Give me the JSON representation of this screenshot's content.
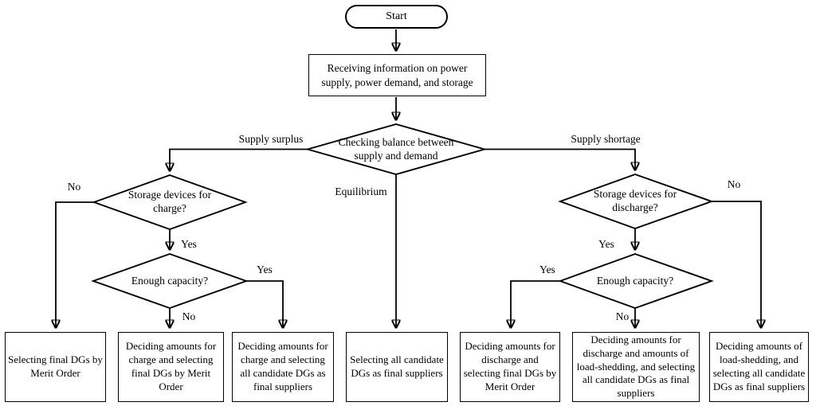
{
  "diagram": {
    "type": "flowchart",
    "background_color": "#ffffff",
    "line_color": "#000000",
    "text_color": "#000000",
    "nodes": {
      "start": "Start",
      "receive_info": "Receiving information on power supply, power demand, and storage",
      "check_balance": "Checking balance between supply and demand",
      "storage_charge": "Storage devices for charge?",
      "enough_capacity_left": "Enough capacity?",
      "storage_discharge": "Storage devices for discharge?",
      "enough_capacity_right": "Enough capacity?",
      "outcome_merit_order": "Selecting final DGs by Merit Order",
      "outcome_charge_merit": "Deciding amounts for charge and selecting final DGs by Merit Order",
      "outcome_charge_all": "Deciding amounts for charge and selecting all candidate DGs as final suppliers",
      "outcome_all_candidates": "Selecting all candidate DGs as final suppliers",
      "outcome_discharge_merit": "Deciding amounts for discharge and selecting final DGs by Merit Order",
      "outcome_discharge_shed": "Deciding amounts for discharge and amounts of load-shedding, and selecting all candidate DGs as final suppliers",
      "outcome_load_shedding": "Deciding amounts of load-shedding, and selecting  all candidate DGs as final suppliers"
    },
    "edge_labels": {
      "supply_surplus": "Supply surplus",
      "supply_shortage": "Supply shortage",
      "equilibrium": "Equilibrium",
      "charge_no": "No",
      "charge_yes": "Yes",
      "capacity_left_yes": "Yes",
      "capacity_left_no": "No",
      "discharge_no": "No",
      "discharge_yes": "Yes",
      "capacity_right_yes": "Yes",
      "capacity_right_no": "No"
    }
  }
}
